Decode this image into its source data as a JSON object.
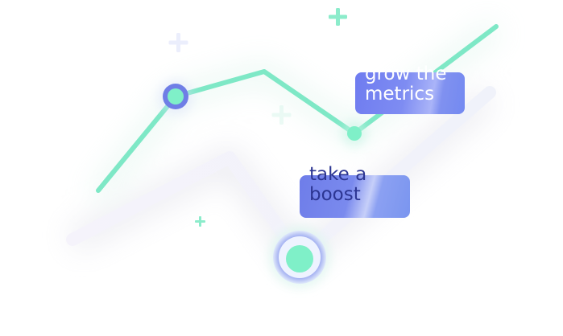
{
  "labels": {
    "grow": {
      "line1": "grow the",
      "line2": "metrics"
    },
    "boost": {
      "line1": "take a",
      "line2": "boost"
    }
  },
  "colors": {
    "accent_line": "#7ee8c6",
    "ghost_line": "#f4f2fb",
    "marker_ring": "#6f7ee6",
    "marker_fill": "#7ff0c8",
    "card_blue": "#7685ee",
    "boost_text": "#2c3592",
    "sparkle": "#8ceccb"
  },
  "icons": {
    "sparkles": [
      "plus-sparkle-icon",
      "plus-sparkle-icon",
      "plus-sparkle-icon",
      "plus-sparkle-icon"
    ]
  }
}
